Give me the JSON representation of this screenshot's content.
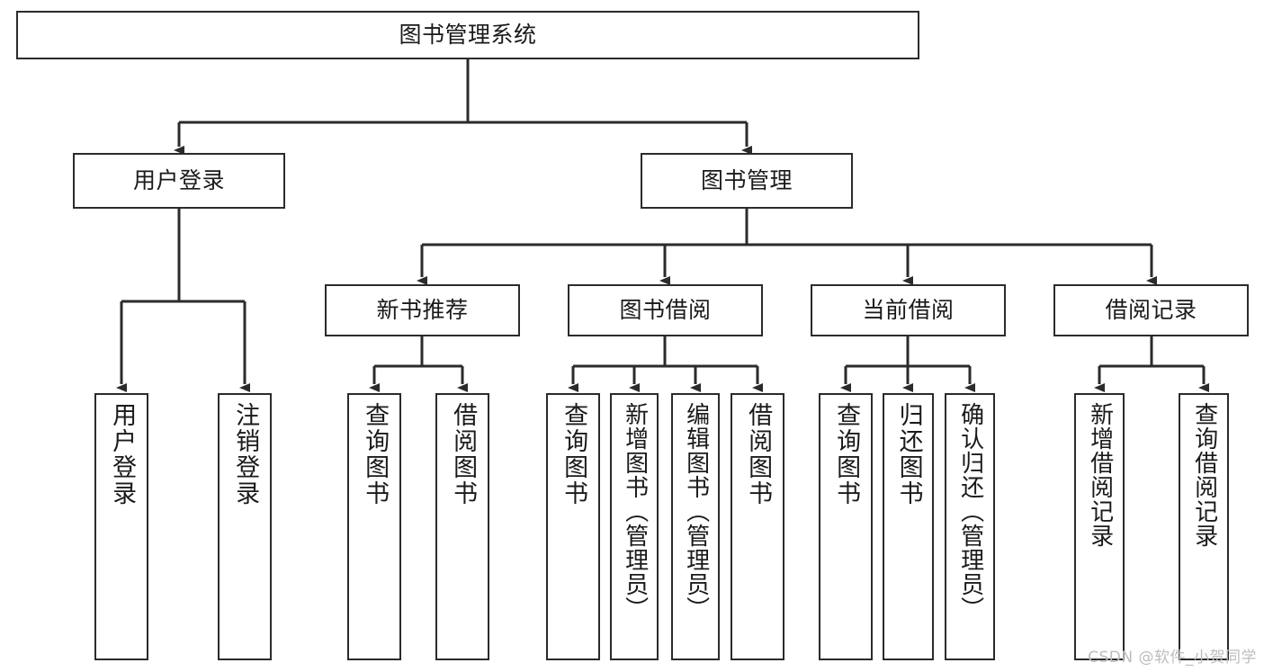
{
  "diagram": {
    "title": "图书管理系统",
    "type": "tree-hierarchy-chart",
    "background_color": "#ffffff",
    "line_color": "#2b2b2b",
    "box_fill": "#ffffff",
    "root": {
      "id": "root",
      "label": "图书管理系统"
    },
    "level2": [
      {
        "id": "user-login",
        "label": "用户登录"
      },
      {
        "id": "book-manage",
        "label": "图书管理"
      }
    ],
    "level3": [
      {
        "id": "new-book-recommend",
        "label": "新书推荐"
      },
      {
        "id": "book-borrow",
        "label": "图书借阅"
      },
      {
        "id": "current-borrow",
        "label": "当前借阅"
      },
      {
        "id": "borrow-record",
        "label": "借阅记录"
      }
    ],
    "leaves": {
      "user_login": [
        {
          "id": "leaf-user-login",
          "label": "用户登录"
        },
        {
          "id": "leaf-logout-login",
          "label": "注销登录"
        }
      ],
      "new_book_recommend": [
        {
          "id": "leaf-query-book-1",
          "label": "查询图书"
        },
        {
          "id": "leaf-borrow-book-1",
          "label": "借阅图书"
        }
      ],
      "book_borrow": [
        {
          "id": "leaf-query-book-2",
          "label": "查询图书"
        },
        {
          "id": "leaf-add-book",
          "label": "新增图书（管理员）"
        },
        {
          "id": "leaf-edit-book",
          "label": "编辑图书（管理员）"
        },
        {
          "id": "leaf-borrow-book-2",
          "label": "借阅图书"
        }
      ],
      "current_borrow": [
        {
          "id": "leaf-query-book-3",
          "label": "查询图书"
        },
        {
          "id": "leaf-return-book",
          "label": "归还图书"
        },
        {
          "id": "leaf-confirm-return",
          "label": "确认归还（管理员）"
        }
      ],
      "borrow_record": [
        {
          "id": "leaf-add-record",
          "label": "新增借阅记录"
        },
        {
          "id": "leaf-query-record",
          "label": "查询借阅记录"
        }
      ]
    }
  },
  "watermark": {
    "text": "CSDN @软件_小贺同学"
  }
}
